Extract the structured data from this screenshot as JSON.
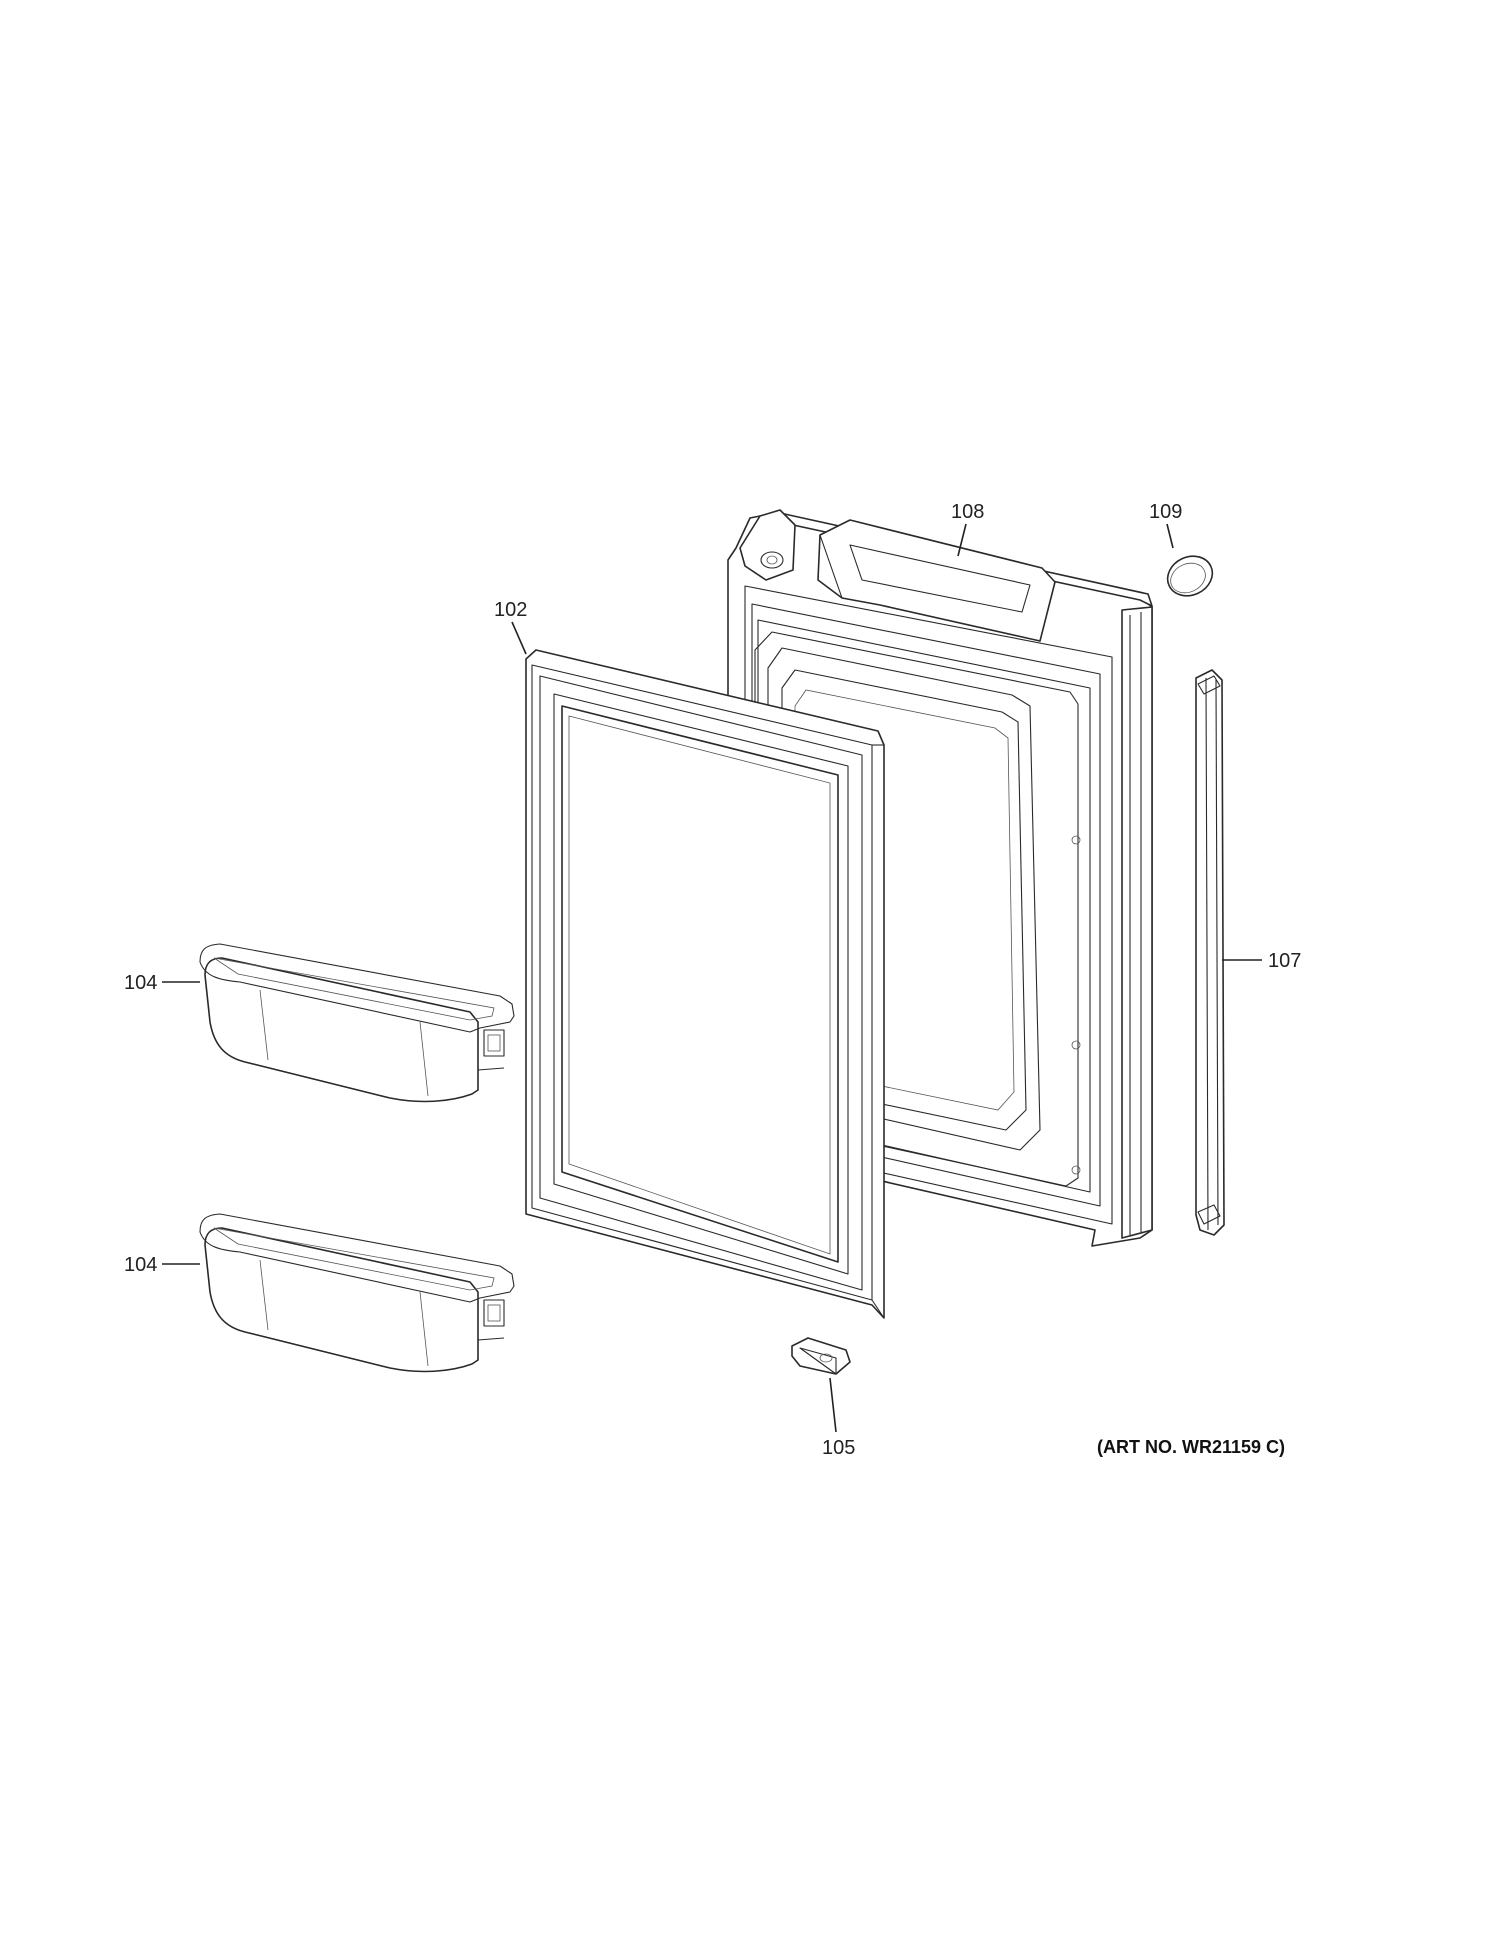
{
  "callouts": {
    "door_liner": "108",
    "cap": "109",
    "gasket": "102",
    "trim": "107",
    "bin_upper": "104",
    "bin_lower": "104",
    "stop": "105"
  },
  "art_number": "(ART NO. WR21159 C)",
  "colors": {
    "line": "#2a2a2a",
    "background": "#ffffff"
  }
}
